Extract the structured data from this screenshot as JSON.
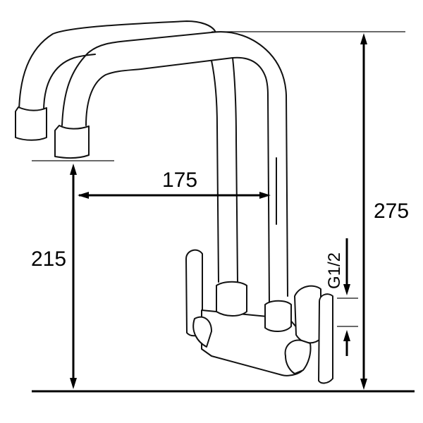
{
  "diagram": {
    "subject": "wall-mounted kitchen faucet with swivel spout",
    "dimensions": {
      "spout_reach": "175",
      "outlet_height": "215",
      "total_height": "275",
      "thread": "G1/2"
    },
    "colors": {
      "line": "#111111",
      "background": "#ffffff"
    }
  }
}
